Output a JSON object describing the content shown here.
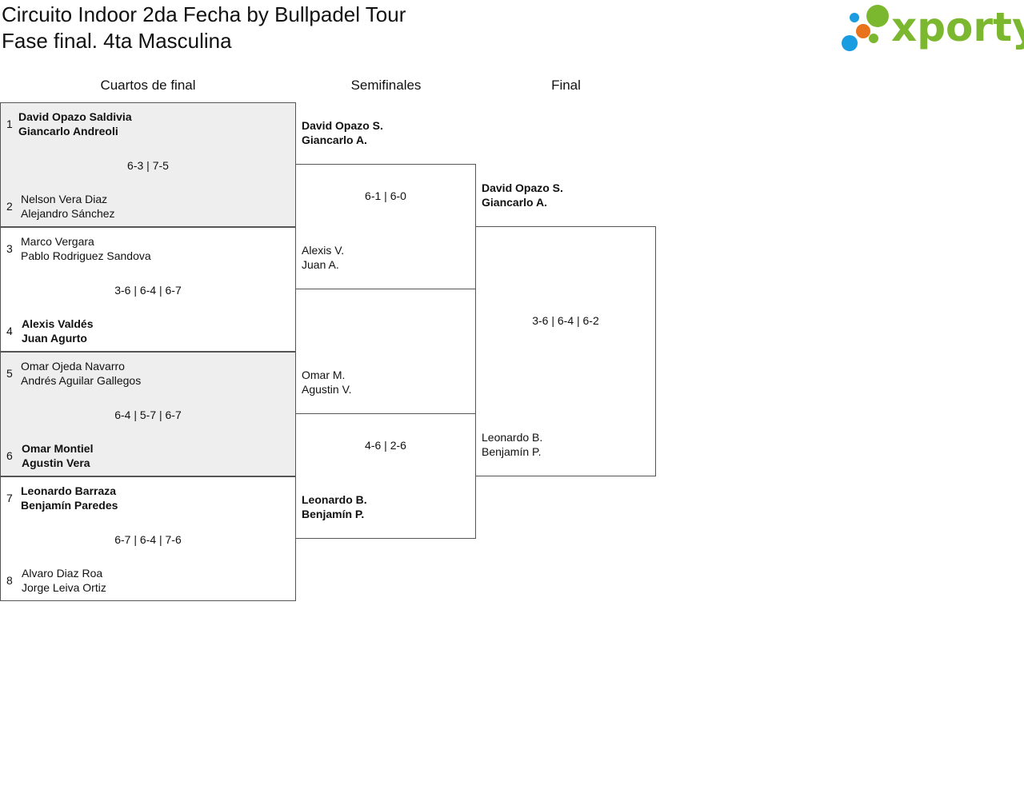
{
  "header": {
    "title_line1": "Circuito Indoor 2da Fecha by Bullpadel Tour",
    "title_line2": "Fase final. 4ta Masculina"
  },
  "logo": {
    "text": "xporty",
    "colors": {
      "green": "#7cb82f",
      "blue": "#1a9de0",
      "orange": "#e8731a"
    }
  },
  "rounds": {
    "quarterfinals": "Cuartos de final",
    "semifinals": "Semifinales",
    "final": "Final"
  },
  "quarterfinals": [
    {
      "top": {
        "seed": "1",
        "player1": "David Opazo Saldivia",
        "player2": "Giancarlo Andreoli",
        "winner": true
      },
      "score": "6-3 | 7-5",
      "bottom": {
        "seed": "2",
        "player1": "Nelson Vera Diaz",
        "player2": "Alejandro Sánchez",
        "winner": false
      }
    },
    {
      "top": {
        "seed": "3",
        "player1": "Marco Vergara",
        "player2": "Pablo Rodriguez Sandova",
        "winner": false
      },
      "score": "3-6 | 6-4 | 6-7",
      "bottom": {
        "seed": "4",
        "player1": "Alexis Valdés",
        "player2": "Juan Agurto",
        "winner": true
      }
    },
    {
      "top": {
        "seed": "5",
        "player1": "Omar Ojeda Navarro",
        "player2": "Andrés Aguilar Gallegos",
        "winner": false
      },
      "score": "6-4 | 5-7 | 6-7",
      "bottom": {
        "seed": "6",
        "player1": "Omar Montiel",
        "player2": "Agustin Vera",
        "winner": true
      }
    },
    {
      "top": {
        "seed": "7",
        "player1": "Leonardo Barraza",
        "player2": "Benjamín Paredes",
        "winner": true
      },
      "score": "6-7 | 6-4 | 7-6",
      "bottom": {
        "seed": "8",
        "player1": "Alvaro Diaz Roa",
        "player2": "Jorge Leiva Ortiz",
        "winner": false
      }
    }
  ],
  "semifinals": [
    {
      "top": {
        "player1": "David Opazo S.",
        "player2": "Giancarlo A.",
        "winner": true
      },
      "score": "6-1 | 6-0",
      "bottom": {
        "player1": "Alexis V.",
        "player2": "Juan A.",
        "winner": false
      }
    },
    {
      "top": {
        "player1": "Omar M.",
        "player2": "Agustin V.",
        "winner": false
      },
      "score": "4-6 | 2-6",
      "bottom": {
        "player1": "Leonardo B.",
        "player2": "Benjamín P.",
        "winner": true
      }
    }
  ],
  "final": {
    "top": {
      "player1": "David Opazo S.",
      "player2": "Giancarlo A.",
      "winner": true
    },
    "score": "3-6 | 6-4 | 6-2",
    "bottom": {
      "player1": "Leonardo B.",
      "player2": "Benjamín P.",
      "winner": false
    }
  }
}
